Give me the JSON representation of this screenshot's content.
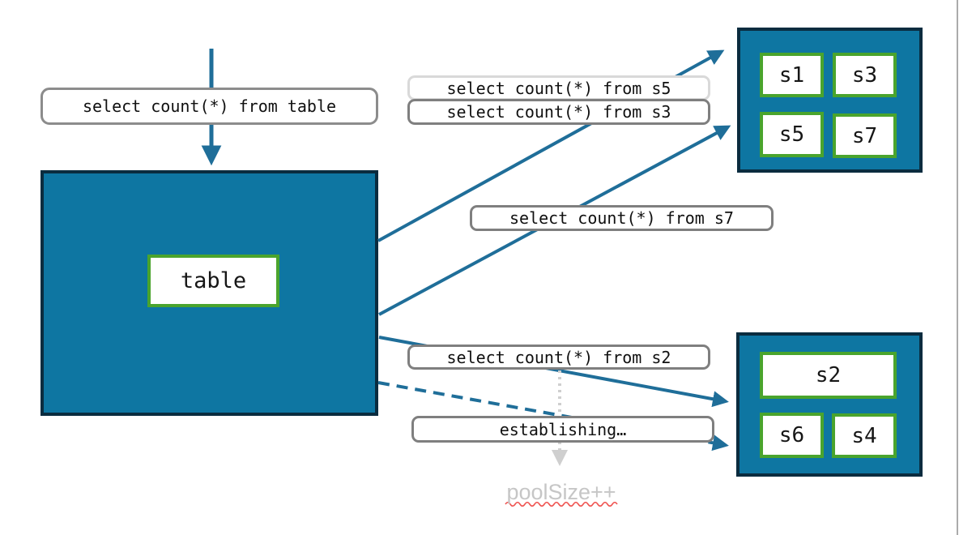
{
  "nodes": {
    "table": {
      "label": "table"
    },
    "pool_top": {
      "shards": [
        "s1",
        "s3",
        "s5",
        "s7"
      ]
    },
    "pool_bottom": {
      "shards": [
        "s2",
        "s6",
        "s4"
      ]
    }
  },
  "labels": {
    "query_table": "select count(*) from table",
    "query_s5": "select count(*) from s5",
    "query_s3": "select count(*) from s3",
    "query_s7": "select count(*) from s7",
    "query_s2": "select count(*) from s2",
    "establishing": "establishing…",
    "pool_size": "poolSize++"
  },
  "colors": {
    "node_fill_teal": "#0e76a2",
    "node_border_dark": "#0a2c3f",
    "shard_border_green": "#4aa42d",
    "arrow_teal": "#1f6e99",
    "pill_border_gray": "#7f7f7f",
    "pill_border_light": "#d9d9d9",
    "pending_arrow_gray": "#cfcfcf",
    "annotation_gray": "#c6c6c6",
    "spellcheck_red": "#ef5350"
  }
}
